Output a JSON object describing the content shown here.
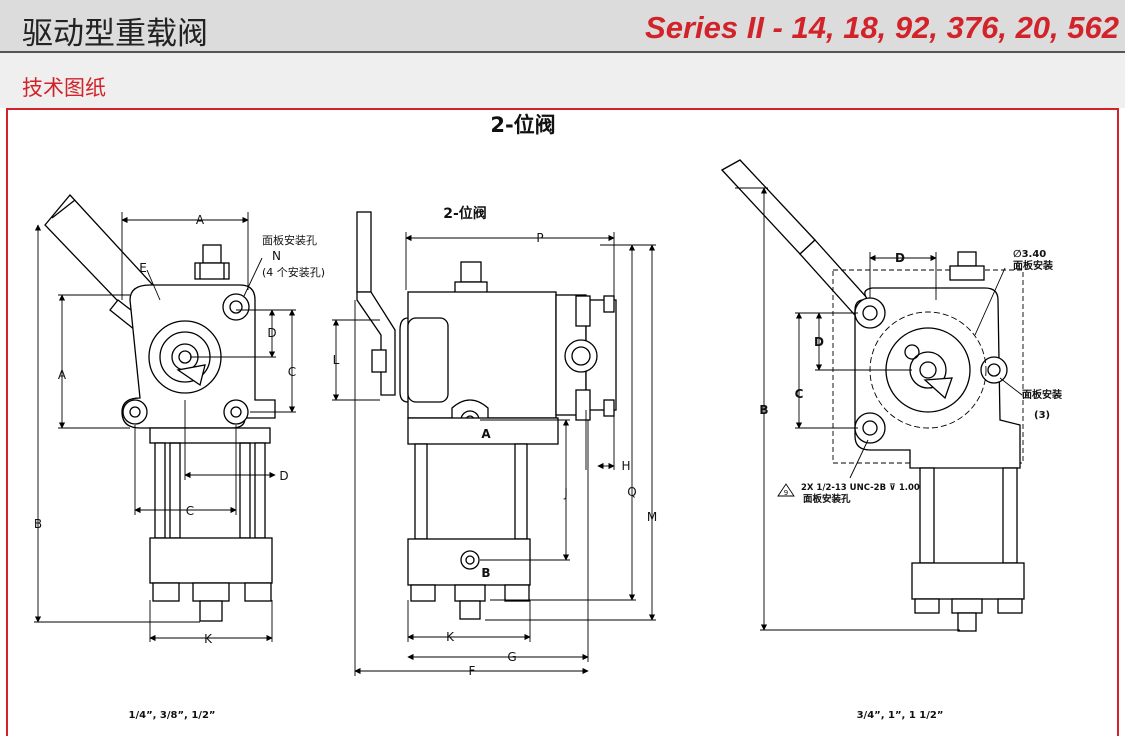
{
  "header": {
    "title": "驱动型重载阀",
    "series": "Series II - 14, 18, 92, 376, 20, 562"
  },
  "section_title": "技术图纸",
  "drawing": {
    "main_title": "2-位阀",
    "sub_title": "2-位阀",
    "left_view": {
      "panel_hole_label": "面板安装孔",
      "mount_hole_count": "(4 个安装孔)",
      "dims": {
        "A": "A",
        "E": "E",
        "N": "N",
        "D": "D",
        "C": "C",
        "B": "B",
        "K": "K"
      }
    },
    "middle_view": {
      "dims": {
        "P": "P",
        "L": "L",
        "A": "A",
        "B": "B",
        "H": "H",
        "J": "J",
        "Q": "Q",
        "M": "M",
        "K": "K",
        "G": "G",
        "F": "F"
      }
    },
    "right_view": {
      "dia_label": "∅3.40",
      "panel_mount_top": "面板安装",
      "panel_mount_side": "面板安装",
      "panel_mount_side_note": "(3)",
      "thread_callout": "2X 1/2-13 UNC-2B ⊽ 1.00",
      "thread_note_mark": "9",
      "thread_hole_label": "面板安装孔",
      "dims": {
        "D_top": "D",
        "D_side": "D",
        "C": "C",
        "B": "B"
      }
    },
    "size_left": "1/4”, 3/8”, 1/2”",
    "size_right": "3/4”, 1”, 1 1/2”"
  }
}
